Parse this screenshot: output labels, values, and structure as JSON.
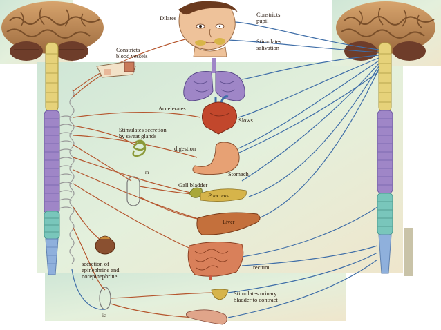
{
  "labels": {
    "dilates": "Dilates",
    "constricts_pupil": "Constricts\npupil",
    "stimulates_salivation": "Stimulates\nsalivation",
    "constricts_blood_vessels": "Constricts\nblood vessels",
    "accelerates": "Accelerates",
    "slows": "Slows",
    "sweat_glands": "Stimulates secretion\nby sweat glands",
    "digestion": "digestion",
    "stomach": "Stomach",
    "gall_bladder": "Gall bladder",
    "pancreas": "Pancreas",
    "liver": "Liver",
    "rectum": "rectum",
    "adrenal_secretion": "secretion of\nepinephrine and\nnorepinephrine",
    "bladder": "Stimulates urinary\nbladder to contract",
    "ganglion_a": "m",
    "ganglion_b": "ic"
  },
  "colors": {
    "sympathetic_nerve": "#b5562e",
    "parasympathetic_nerve": "#3f6ea8",
    "plate_background": "#d8ecd8",
    "brain": "#b9875a",
    "cerebellum": "#6e3d2a",
    "cord_yellow": "#e6d27a",
    "cord_purple": "#9f86c7",
    "cord_teal": "#79c6bb",
    "cord_blue": "#8fb0dc"
  }
}
